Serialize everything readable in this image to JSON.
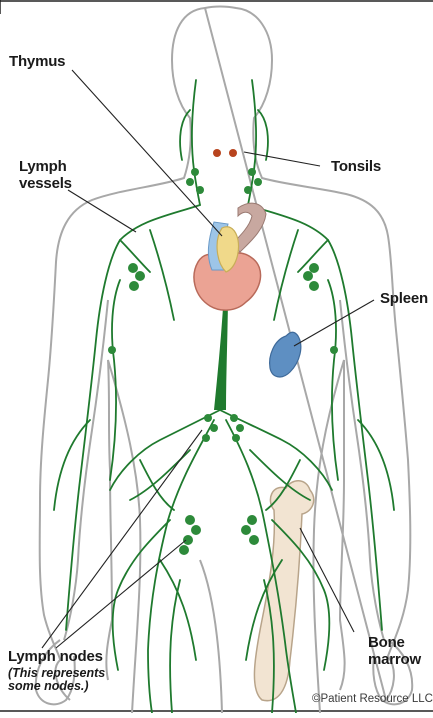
{
  "labels": {
    "thymus": "Thymus",
    "tonsils": "Tonsils",
    "lymph_vessels": "Lymph\nvessels",
    "spleen": "Spleen",
    "bone_marrow": "Bone\nmarrow",
    "lymph_nodes": "Lymph nodes",
    "lymph_nodes_note": "(This represents\nsome nodes.)"
  },
  "credit": "©Patient Resource LLC",
  "colors": {
    "body_outline": "#9a9a9a",
    "vessel": "#1f7a2e",
    "node": "#2d8a3a",
    "tonsil": "#b8441e",
    "spleen": "#5a8cc0",
    "heart": "#e8a090",
    "thymus": "#eed88a",
    "bone": "#f0e2cf",
    "leader_line": "#222222"
  }
}
